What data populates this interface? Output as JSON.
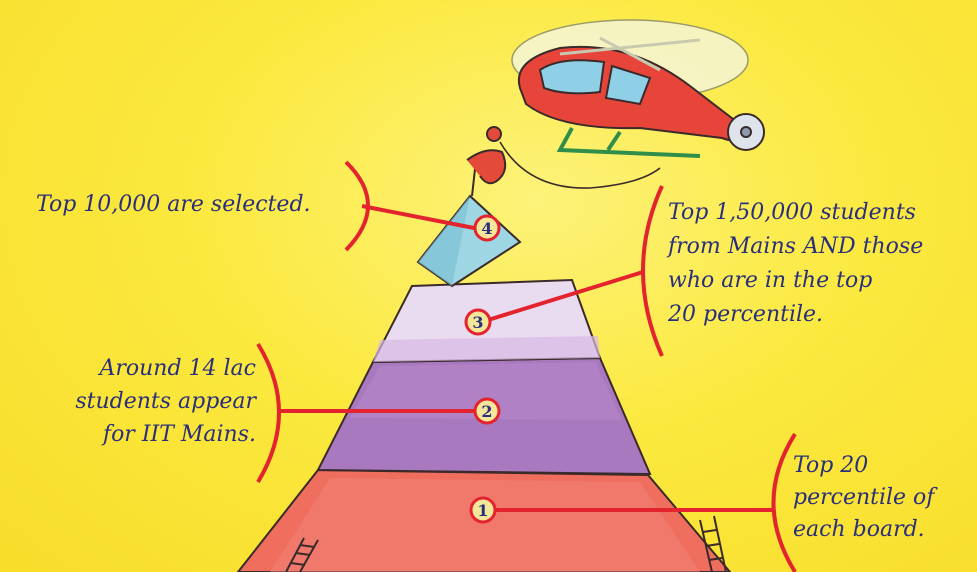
{
  "levels": [
    {
      "number": "4",
      "lines": [
        "Top 10,000 are selected."
      ]
    },
    {
      "number": "3",
      "lines": [
        "Top 1,50,000 students",
        "from Mains AND those",
        "who are in the top",
        "20 percentile."
      ]
    },
    {
      "number": "2",
      "lines": [
        "Around 14 lac",
        "students appear",
        "for IIT Mains."
      ]
    },
    {
      "number": "1",
      "lines": [
        "Top 20",
        "percentile of",
        "each board."
      ]
    }
  ],
  "colors": {
    "background": "#fbe93f",
    "level_1": "#ef6e5e",
    "level_2": "#a979bf",
    "level_3": "#eadcf0",
    "level_4": "#9fd6e4",
    "connector": "#e3232e",
    "text": "#2a2f7c",
    "helicopter": "#e8453a"
  },
  "icons": [
    "helicopter-icon",
    "ladder-icon"
  ]
}
